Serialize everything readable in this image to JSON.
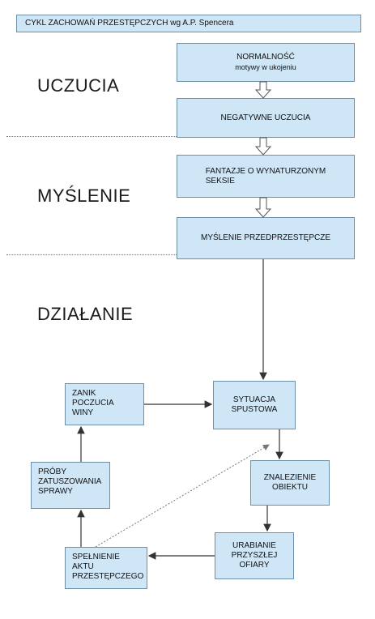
{
  "header": {
    "title": "CYKL ZACHOWAŃ PRZESTĘPCZYCH wg A.P. Spencera"
  },
  "sections": {
    "feelings": "UCZUCIA",
    "thinking": "MYŚLENIE",
    "action": "DZIAŁANIE"
  },
  "boxes": {
    "normalnosc": {
      "line1": "NORMALNOŚĆ",
      "line2": "motywy w ukojeniu"
    },
    "negatywne": "NEGATYWNE UCZUCIA",
    "fantazje": {
      "line1": "FANTAZJE O WYNATURZONYM",
      "line2": "SEKSIE"
    },
    "myslenie_przed": "MYŚLENIE PRZEDPRZESTĘPCZE",
    "sytuacja": {
      "line1": "SYTUACJA",
      "line2": "SPUSTOWA"
    },
    "zanik": {
      "line1": "ZANIK",
      "line2": "POCZUCIA",
      "line3": "WINY"
    },
    "proby": {
      "line1": "PRÓBY",
      "line2": "ZATUSZOWANIA",
      "line3": "SPRAWY"
    },
    "znalezienie": {
      "line1": "ZNALEZIENIE",
      "line2": "OBIEKTU"
    },
    "urabianie": {
      "line1": "URABIANIE",
      "line2": "PRZYSZŁEJ",
      "line3": "OFIARY"
    },
    "spelnienie": {
      "line1": "SPEŁNIENIE",
      "line2": "AKTU",
      "line3": "PRZESTĘPCZEGO"
    }
  },
  "colors": {
    "box_fill": "#cfe6f7",
    "box_border": "#6f8fa6",
    "arrow": "#333333"
  }
}
